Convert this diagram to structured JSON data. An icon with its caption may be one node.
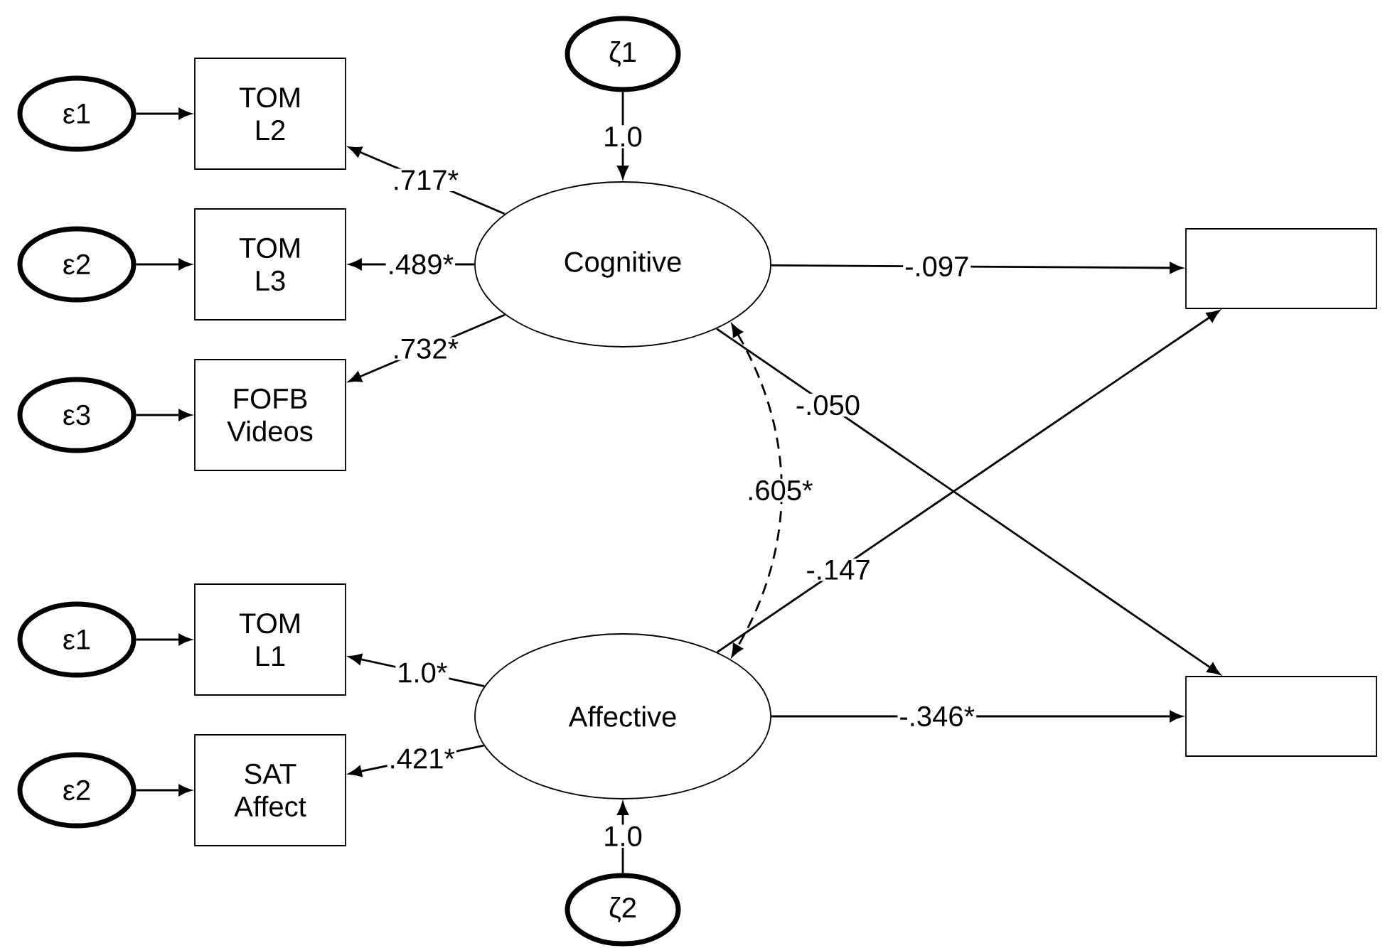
{
  "diagram": {
    "nodes": [
      {
        "text": [
          "ζ1"
        ]
      },
      {
        "text": [
          "ε1"
        ]
      },
      {
        "text": [
          "TOM L2"
        ]
      },
      {
        "text": [
          "ε2"
        ]
      },
      {
        "text": [
          "TOM L3"
        ]
      },
      {
        "text": [
          "Cognitive"
        ]
      },
      {
        "text": [],
        "shape": "box"
      },
      {
        "text": [
          "ε3"
        ]
      },
      {
        "text": [
          "FOFB Videos"
        ]
      },
      {
        "text": [
          "ε1"
        ]
      },
      {
        "text": [
          "TOM L1"
        ]
      },
      {
        "text": [
          "Affective"
        ]
      },
      {
        "text": [],
        "shape": "box"
      },
      {
        "text": [
          "ε2"
        ]
      },
      {
        "text": [
          "SAT Affect"
        ]
      },
      {
        "text": [
          "ζ2"
        ]
      }
    ],
    "edges": [
      {
        "from": 0,
        "to": 5,
        "arrow": "to",
        "label": "1.0"
      },
      {
        "from": 1,
        "to": 2,
        "arrow": "to"
      },
      {
        "from": 3,
        "to": 4,
        "arrow": "to"
      },
      {
        "from": 7,
        "to": 8,
        "arrow": "to"
      },
      {
        "from": 5,
        "to": 2,
        "arrow": "to",
        "label": ".717*"
      },
      {
        "from": 5,
        "to": 4,
        "arrow": "to",
        "label": ".489*"
      },
      {
        "from": 5,
        "to": 8,
        "arrow": "to",
        "label": ".732*"
      },
      {
        "from": 5,
        "to": 6,
        "arrow": "to",
        "label": "-.097"
      },
      {
        "from": 5,
        "to": 12,
        "arrow": "to",
        "label": "-.050"
      },
      {
        "from": 5,
        "to": 11,
        "arrow": "both",
        "style": "dashed",
        "label": ".605*"
      },
      {
        "from": 9,
        "to": 10,
        "arrow": "to"
      },
      {
        "from": 13,
        "to": 14,
        "arrow": "to"
      },
      {
        "from": 11,
        "to": 10,
        "arrow": "to",
        "label": "1.0*"
      },
      {
        "from": 11,
        "to": 14,
        "arrow": "to",
        "label": ".421*"
      },
      {
        "from": 11,
        "to": 6,
        "arrow": "to",
        "label": "-.147"
      },
      {
        "from": 11,
        "to": 12,
        "arrow": "to",
        "label": "-.346*"
      },
      {
        "from": 15,
        "to": 11,
        "arrow": "to",
        "label": "1.0"
      }
    ]
  }
}
